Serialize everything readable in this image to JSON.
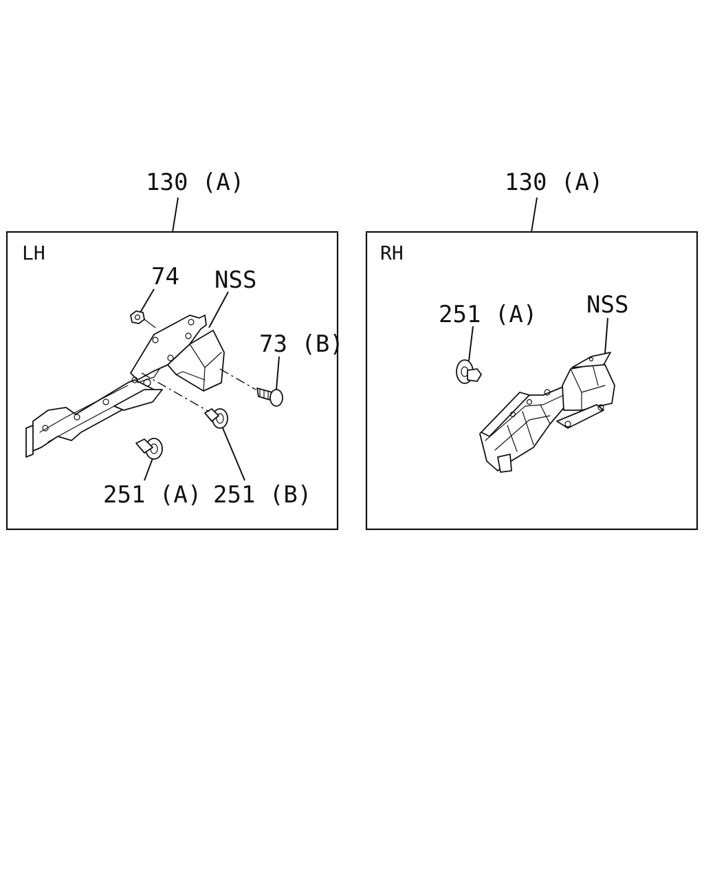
{
  "colors": {
    "ink": "#111111",
    "paper": "#ffffff"
  },
  "left_panel": {
    "assembly_label": "130 (A)",
    "side_label": "LH",
    "callouts": {
      "nut": "74",
      "bracket": "NSS",
      "bolt": "73 (B)",
      "clip_a": "251 (A)",
      "clip_b": "251 (B)"
    }
  },
  "right_panel": {
    "assembly_label": "130 (A)",
    "side_label": "RH",
    "callouts": {
      "clip_a": "251 (A)",
      "bracket": "NSS"
    }
  }
}
